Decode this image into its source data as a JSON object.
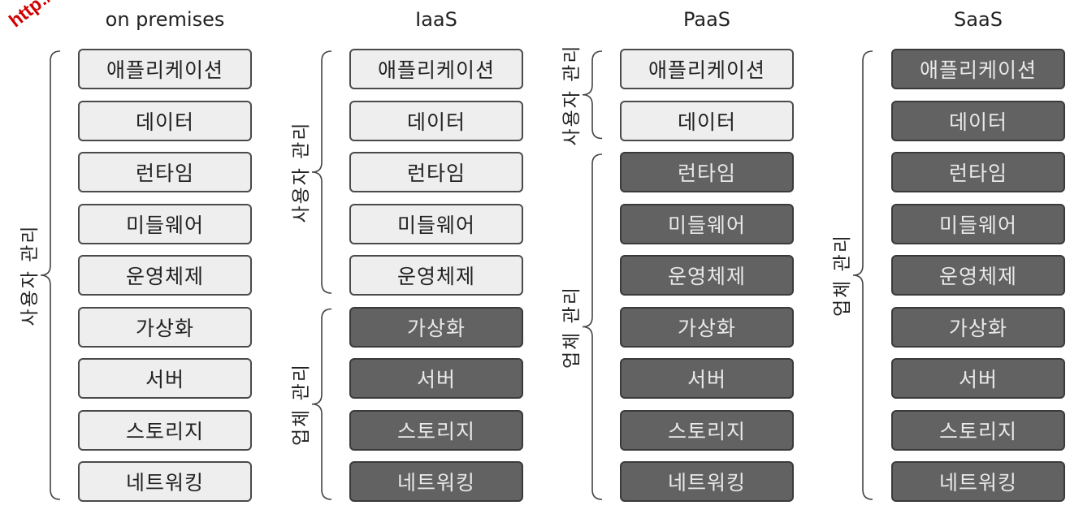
{
  "watermark": "http://hull.kr",
  "columns": [
    {
      "title": "on premises",
      "layers": [
        {
          "label": "애플리케이션",
          "owner": "user"
        },
        {
          "label": "데이터",
          "owner": "user"
        },
        {
          "label": "런타임",
          "owner": "user"
        },
        {
          "label": "미들웨어",
          "owner": "user"
        },
        {
          "label": "운영체제",
          "owner": "user"
        },
        {
          "label": "가상화",
          "owner": "user"
        },
        {
          "label": "서버",
          "owner": "user"
        },
        {
          "label": "스토리지",
          "owner": "user"
        },
        {
          "label": "네트워킹",
          "owner": "user"
        }
      ],
      "braces": [
        {
          "label": "사용자 관리",
          "from": 0,
          "to": 8
        }
      ]
    },
    {
      "title": "IaaS",
      "layers": [
        {
          "label": "애플리케이션",
          "owner": "user"
        },
        {
          "label": "데이터",
          "owner": "user"
        },
        {
          "label": "런타임",
          "owner": "user"
        },
        {
          "label": "미들웨어",
          "owner": "user"
        },
        {
          "label": "운영체제",
          "owner": "user"
        },
        {
          "label": "가상화",
          "owner": "vendor"
        },
        {
          "label": "서버",
          "owner": "vendor"
        },
        {
          "label": "스토리지",
          "owner": "vendor"
        },
        {
          "label": "네트워킹",
          "owner": "vendor"
        }
      ],
      "braces": [
        {
          "label": "사용자 관리",
          "from": 0,
          "to": 4
        },
        {
          "label": "업체 관리",
          "from": 5,
          "to": 8
        }
      ]
    },
    {
      "title": "PaaS",
      "layers": [
        {
          "label": "애플리케이션",
          "owner": "user"
        },
        {
          "label": "데이터",
          "owner": "user"
        },
        {
          "label": "런타임",
          "owner": "vendor"
        },
        {
          "label": "미들웨어",
          "owner": "vendor"
        },
        {
          "label": "운영체제",
          "owner": "vendor"
        },
        {
          "label": "가상화",
          "owner": "vendor"
        },
        {
          "label": "서버",
          "owner": "vendor"
        },
        {
          "label": "스토리지",
          "owner": "vendor"
        },
        {
          "label": "네트워킹",
          "owner": "vendor"
        }
      ],
      "braces": [
        {
          "label": "사용자 관리",
          "from": 0,
          "to": 1
        },
        {
          "label": "업체 관리",
          "from": 2,
          "to": 8
        }
      ]
    },
    {
      "title": "SaaS",
      "layers": [
        {
          "label": "애플리케이션",
          "owner": "vendor"
        },
        {
          "label": "데이터",
          "owner": "vendor"
        },
        {
          "label": "런타임",
          "owner": "vendor"
        },
        {
          "label": "미들웨어",
          "owner": "vendor"
        },
        {
          "label": "운영체제",
          "owner": "vendor"
        },
        {
          "label": "가상화",
          "owner": "vendor"
        },
        {
          "label": "서버",
          "owner": "vendor"
        },
        {
          "label": "스토리지",
          "owner": "vendor"
        },
        {
          "label": "네트워킹",
          "owner": "vendor"
        }
      ],
      "braces": [
        {
          "label": "업체 관리",
          "from": 0,
          "to": 8
        }
      ]
    }
  ]
}
